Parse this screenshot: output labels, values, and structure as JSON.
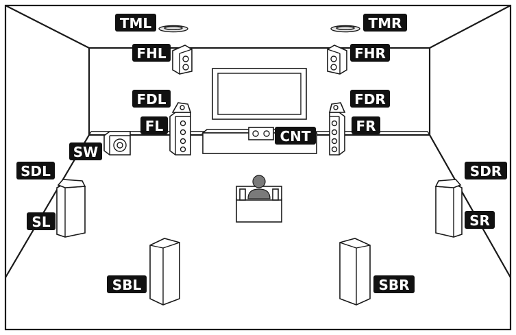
{
  "labels": {
    "tml": "TML",
    "tmr": "TMR",
    "fhl": "FHL",
    "fhr": "FHR",
    "fdl": "FDL",
    "fdr": "FDR",
    "fl": "FL",
    "fr": "FR",
    "cnt": "CNT",
    "sw": "SW",
    "sdl": "SDL",
    "sdr": "SDR",
    "sl": "SL",
    "sr": "SR",
    "sbl": "SBL",
    "sbr": "SBR"
  },
  "colors": {
    "label_background": "#111111",
    "label_text": "#ffffff",
    "line": "#1a1a1a",
    "listener": "#7a7a7a"
  },
  "icons": [
    "speaker-icon",
    "subwoofer-icon",
    "ceiling-speaker-icon",
    "tv-icon",
    "listener-icon"
  ]
}
